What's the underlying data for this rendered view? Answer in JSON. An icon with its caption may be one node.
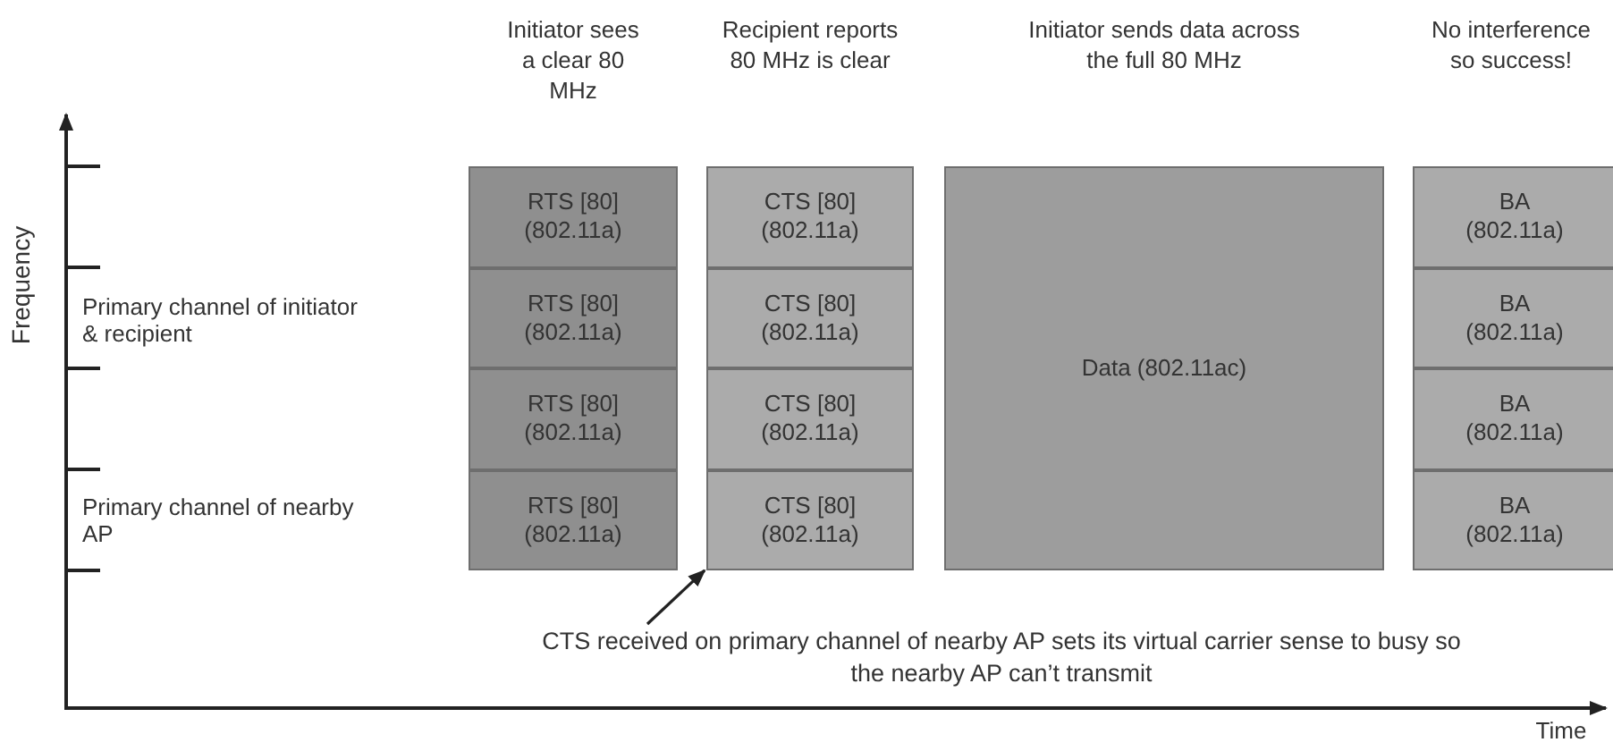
{
  "diagram": {
    "nodes": [
      {
        "text": [
          "RTS [80] (802.11a)"
        ]
      },
      {
        "text": [
          "RTS [80] (802.11a)"
        ]
      },
      {
        "text": [
          "RTS [80] (802.11a)"
        ]
      },
      {
        "text": [
          "RTS [80] (802.11a)"
        ]
      },
      {
        "text": [
          "CTS [80] (802.11a)"
        ]
      },
      {
        "text": [
          "CTS [80] (802.11a)"
        ]
      },
      {
        "text": [
          "CTS [80] (802.11a)"
        ]
      },
      {
        "text": [
          "CTS [80] (802.11a)"
        ]
      },
      {
        "text": [
          "Data (802.11ac)"
        ]
      },
      {
        "text": [
          "BA (802.11a)"
        ]
      },
      {
        "text": [
          "BA (802.11a)"
        ]
      },
      {
        "text": [
          "BA (802.11a)"
        ]
      },
      {
        "text": [
          "BA (802.11a)"
        ]
      },
      {
        "text": [
          "CTS received on primary channel of nearby AP sets its virtual carrier sense to busy so the nearby AP  can’t transmit"
        ]
      }
    ],
    "edges": [
      {
        "from": 13,
        "to": 7,
        "arrow": "to"
      }
    ],
    "labels": [
      "Initiator sees a clear 80 MHz",
      "Recipient reports 80 MHz is clear",
      "Initiator sends data across the full 80 MHz",
      "No interference so success!",
      "Frequency",
      "Primary channel of initiator & recipient",
      "Primary channel of nearby AP",
      "Time"
    ]
  }
}
